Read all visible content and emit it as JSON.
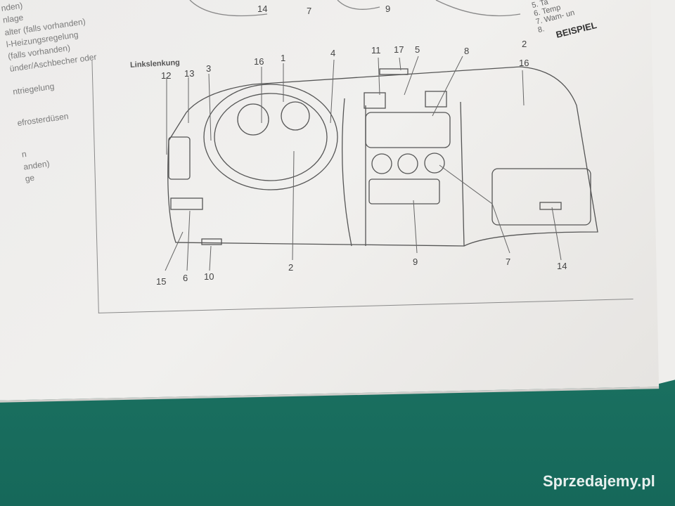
{
  "left_column_fragments": [
    "nden)",
    "nlage",
    "alter (falls vorhanden)",
    "l-Heizungsregelung",
    "(falls vorhanden)",
    "ünder/Aschbecher oder",
    "ntriegelung",
    "efrosterdüsen",
    "n",
    "anden)",
    "ge"
  ],
  "diagram": {
    "title": "Linkslenkung",
    "top_labels": [
      "14",
      "7",
      "9",
      "2"
    ],
    "labels": [
      "12",
      "13",
      "3",
      "16",
      "1",
      "4",
      "11",
      "17",
      "5",
      "8",
      "16",
      "2",
      "15",
      "6",
      "10",
      "9",
      "7",
      "14"
    ]
  },
  "right_page": {
    "legend_items": [
      "5. Ta",
      "6. Temp",
      "7. Wam- un",
      "8."
    ],
    "heading": "BEISPIEL"
  },
  "watermark": "Sprzedajemy.pl"
}
